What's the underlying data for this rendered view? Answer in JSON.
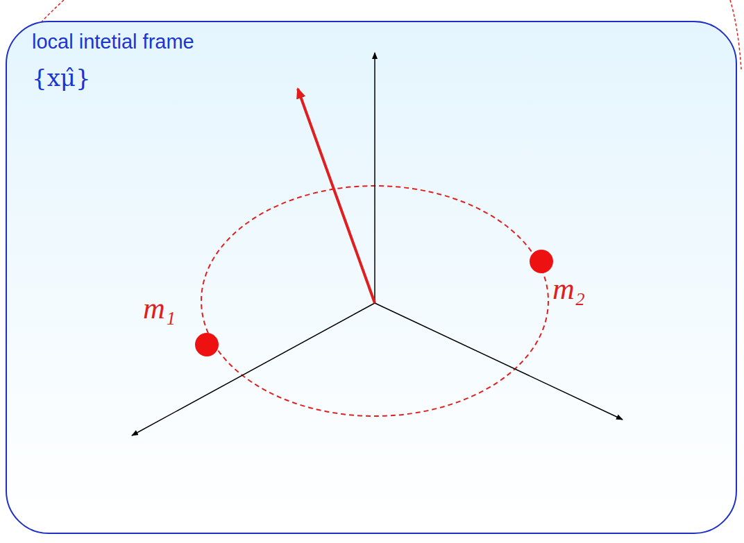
{
  "diagram": {
    "nodes": [
      {
        "text": [
          "local intetial frame",
          "{xμ̂}"
        ]
      }
    ],
    "labels": [
      "m₁",
      "m₂"
    ]
  }
}
